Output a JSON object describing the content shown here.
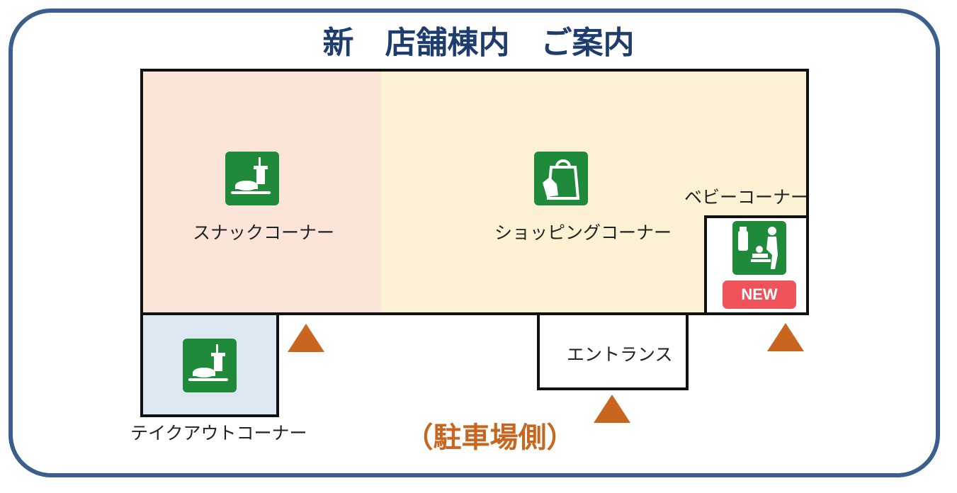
{
  "title": "新　店舗棟内　ご案内",
  "zones": {
    "snack": {
      "label": "スナックコーナー",
      "icon": "snack-food-icon"
    },
    "shopping": {
      "label": "ショッピングコーナー",
      "icon": "shopping-bag-icon"
    },
    "baby": {
      "label": "ベビーコーナー",
      "icon": "baby-changing-icon",
      "badge": "NEW"
    },
    "takeout": {
      "label": "テイクアウトコーナー",
      "icon": "takeout-food-icon"
    },
    "entrance": {
      "label": "エントランス"
    }
  },
  "footer": {
    "parking": "（駐車場側）"
  },
  "colors": {
    "frame": "#3a5f8c",
    "title": "#1e3d6e",
    "snack_bg": "#fbe4d8",
    "shopping_bg": "#fdf1d3",
    "takeout_bg": "#dde8f2",
    "icon_bg": "#1e8a3a",
    "badge": "#f0525a",
    "entrance_arrow": "#c8651f"
  },
  "markers": [
    "entrance-arrow",
    "entrance-arrow",
    "entrance-arrow"
  ]
}
